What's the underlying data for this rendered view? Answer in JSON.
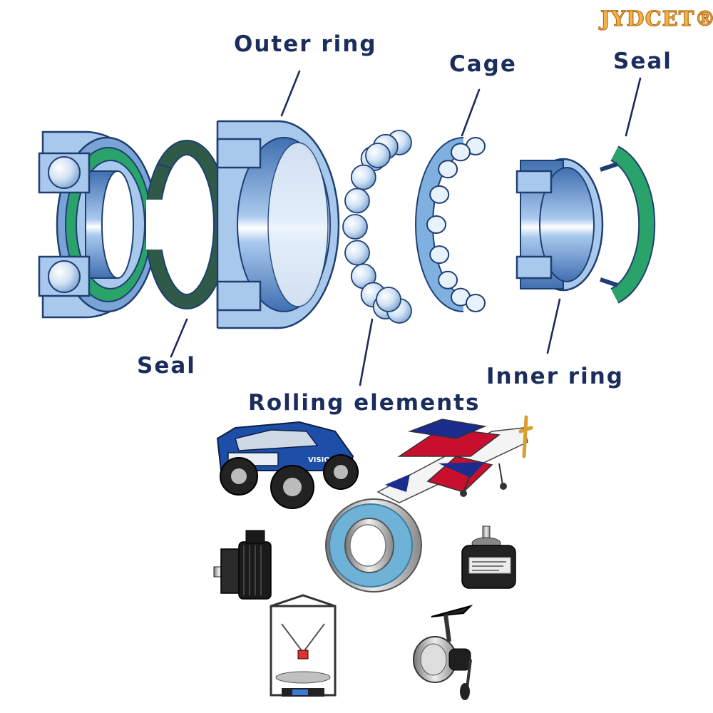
{
  "brand": {
    "logo_text": "JYDCET®"
  },
  "labels": {
    "outer_ring": "Outer ring",
    "cage": "Cage",
    "seal_right": "Seal",
    "seal_left": "Seal",
    "rolling_elements": "Rolling elements",
    "inner_ring": "Inner ring"
  },
  "colors": {
    "ring_blue": "#a8c8ec",
    "ring_stroke": "#1f3f73",
    "seal_green": "#2aa36a",
    "seal_dark": "#2f5a48",
    "ball": "#cfe2f5",
    "label_navy": "#1b2d5c",
    "logo_gold": "#f3b24a"
  },
  "applications": [
    {
      "icon": "rc-truck-icon"
    },
    {
      "icon": "rc-airplane-icon"
    },
    {
      "icon": "servo-motor-icon"
    },
    {
      "icon": "bearing-photo-icon"
    },
    {
      "icon": "gear-motor-icon"
    },
    {
      "icon": "3d-printer-icon"
    },
    {
      "icon": "fishing-reel-icon"
    }
  ]
}
